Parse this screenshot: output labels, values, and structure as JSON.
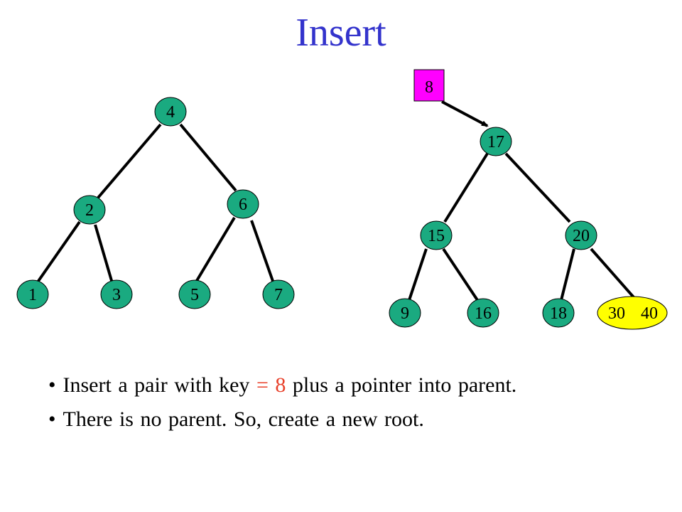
{
  "title": "Insert",
  "colors": {
    "title": "#3333cc",
    "node_fill": "#1aaa80",
    "overflow_node_fill": "#ffff00",
    "new_key_fill": "#ff00ff",
    "highlight": "#e8402a"
  },
  "left_tree": {
    "nodes": [
      "4",
      "2",
      "6",
      "1",
      "3",
      "5",
      "7"
    ]
  },
  "right_tree": {
    "new_key": "8",
    "root": "17",
    "level1": [
      "15",
      "20"
    ],
    "leaves": [
      "9",
      "16",
      "18"
    ],
    "overflow_leaf": [
      "30",
      "40"
    ]
  },
  "bullets": {
    "b1_pre": "Insert a pair with key ",
    "b1_key": "= 8",
    "b1_post": " plus a pointer into parent.",
    "b2": "There is no parent. So, create a new root."
  }
}
